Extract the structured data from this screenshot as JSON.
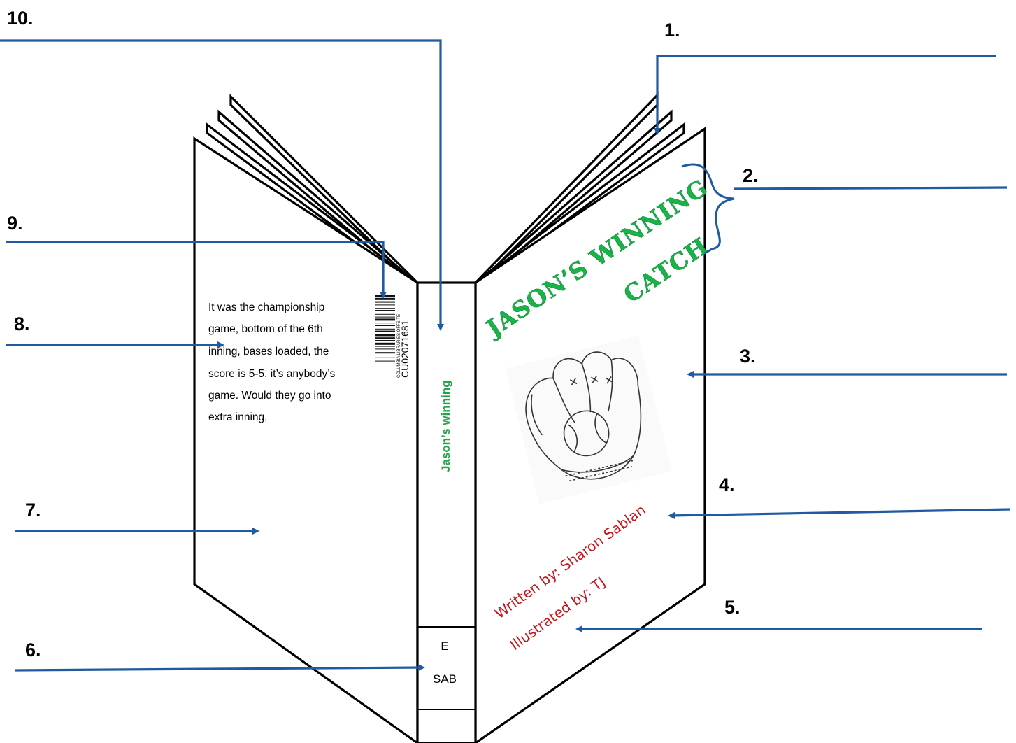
{
  "callouts": [
    "1.",
    "2.",
    "3.",
    "4.",
    "5.",
    "6.",
    "7.",
    "8.",
    "9.",
    "10."
  ],
  "back_cover": {
    "blurb_lines": [
      "It was the championship",
      "game, bottom of the 6th",
      "inning, bases loaded, the",
      "score is 5-5, it’s anybody’s",
      "game. Would they go into",
      "extra inning,"
    ],
    "barcode": {
      "number": "CU02071681",
      "library": "COLUMBIA LIBRARIES OFFSITE"
    }
  },
  "spine": {
    "title": "Jason’s winning",
    "call_number": [
      "E",
      "SAB"
    ]
  },
  "front_cover": {
    "title_line1": "JASON’S WINNING",
    "title_line2": "CATCH",
    "image": "baseball-glove-with-ball",
    "author_credit": "Written by: Sharon Sablan",
    "illustrator_credit": "Illustrated by: TJ"
  },
  "colors": {
    "arrows": "#1f5b9e",
    "title": "#19b34a",
    "credits": "#c4161c",
    "spine_title": "#22a34a"
  }
}
